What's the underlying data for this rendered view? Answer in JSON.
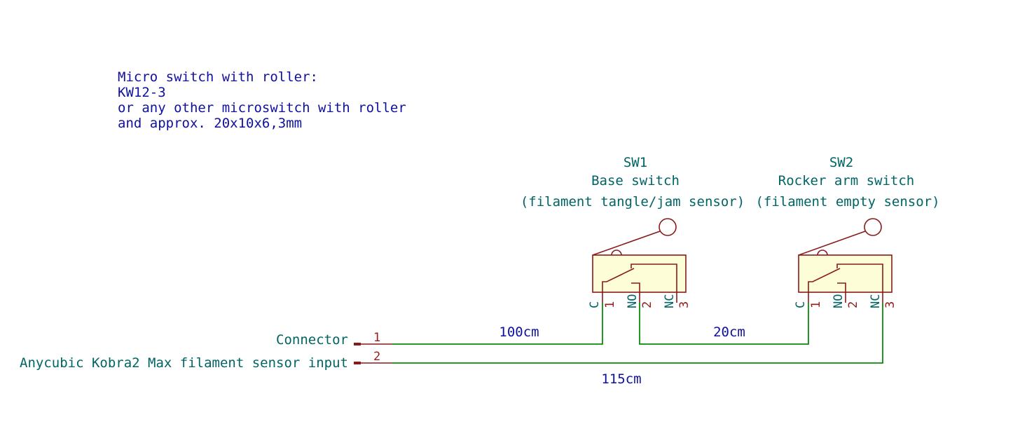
{
  "note": {
    "lines": [
      "Micro switch with roller:",
      "KW12-3",
      "or any other microswitch with roller",
      "and approx. 20x10x6,3mm"
    ]
  },
  "sw1": {
    "ref": "SW1",
    "name": "Base switch",
    "desc": "(filament tangle/jam sensor)",
    "pins": [
      {
        "name": "C",
        "num": "1"
      },
      {
        "name": "NO",
        "num": "2"
      },
      {
        "name": "NC",
        "num": "3"
      }
    ]
  },
  "sw2": {
    "ref": "SW2",
    "name": "Rocker arm switch",
    "desc": "(filament empty sensor)",
    "pins": [
      {
        "name": "C",
        "num": "1"
      },
      {
        "name": "NO",
        "num": "2"
      },
      {
        "name": "NC",
        "num": "3"
      }
    ]
  },
  "connector": {
    "label": "Connector",
    "description": "Anycubic Kobra2 Max filament sensor input",
    "pins": [
      "1",
      "2"
    ]
  },
  "wires": {
    "w1": "100cm",
    "w2": "20cm",
    "w3": "115cm"
  },
  "colors": {
    "wire": "#0b8a0b",
    "symbol": "#8a1a1a",
    "reference": "#006464",
    "note": "#1010a0"
  }
}
